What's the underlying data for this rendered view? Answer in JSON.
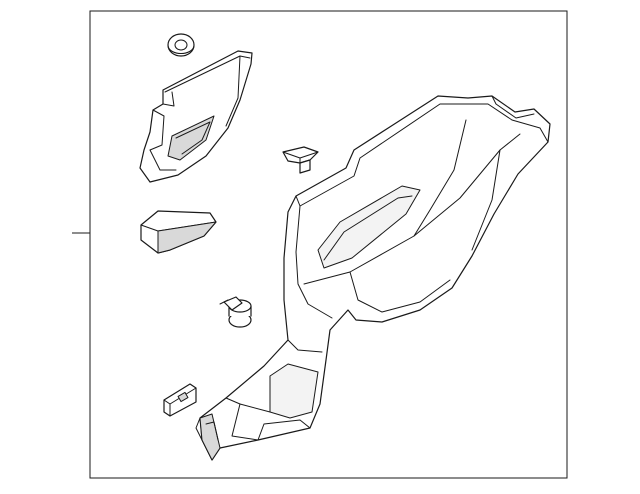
{
  "diagram": {
    "kind": "exploded parts diagram",
    "line_color": "#1a1a1a",
    "background_color": "#ffffff",
    "parts": [
      {
        "name": "grommet",
        "icon": "grommet-icon"
      },
      {
        "name": "upper-trim-panel",
        "icon": "trim-panel-icon"
      },
      {
        "name": "small-clip",
        "icon": "clip-icon"
      },
      {
        "name": "filler-block",
        "icon": "block-icon"
      },
      {
        "name": "push-pin-fastener",
        "icon": "fastener-icon"
      },
      {
        "name": "retainer-clip",
        "icon": "retainer-icon"
      },
      {
        "name": "quarter-trim-panel",
        "icon": "quarter-panel-icon"
      }
    ]
  }
}
